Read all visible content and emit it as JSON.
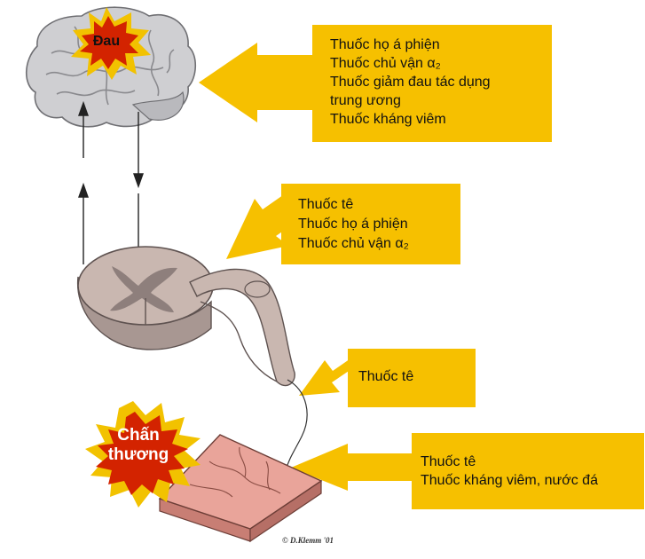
{
  "brain_label": "Đau",
  "injury_label_line1": "Chấn",
  "injury_label_line2": "thương",
  "brain_box": {
    "lines": [
      "Thuốc họ á phiện",
      "Thuốc chủ vận α₂",
      "Thuốc giảm đau tác dụng",
      "trung ương",
      "Thuốc kháng viêm"
    ]
  },
  "spinal_box": {
    "lines": [
      "Thuốc tê",
      "Thuốc họ á phiện",
      "Thuốc chủ vận α₂"
    ]
  },
  "nerve_box": {
    "lines": [
      "Thuốc tê"
    ]
  },
  "tissue_box": {
    "lines": [
      "Thuốc tê",
      "Thuốc kháng viêm, nước đá"
    ]
  },
  "credit": "© D.Klemm '01",
  "colors": {
    "callout": "#f6c000",
    "brain": "#cfcfd2",
    "spinal": "#c9b7b0",
    "spinal_gray": "#8e7f7c",
    "tissue": "#e9a49a",
    "burst_outer": "#f2c200",
    "burst_red": "#d32300"
  }
}
